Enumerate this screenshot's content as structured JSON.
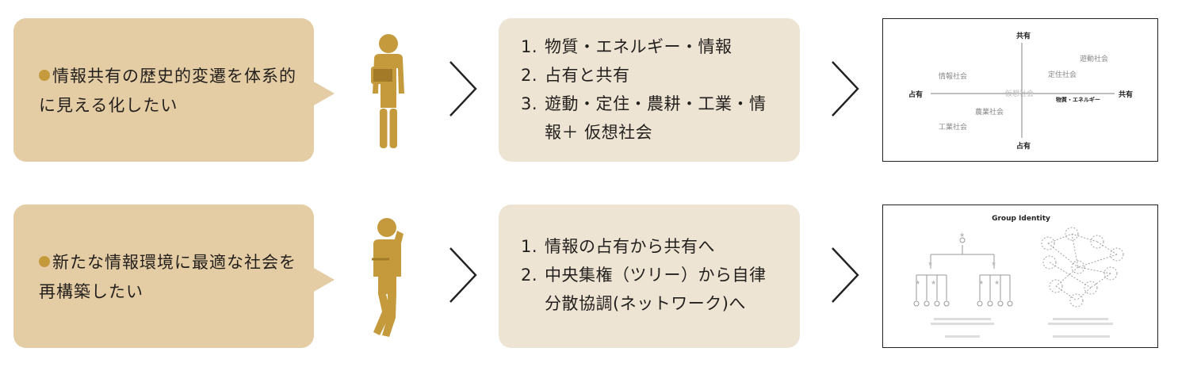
{
  "rows": [
    {
      "bubble_text": "情報共有の歴史的変遷を体系的に見える化したい",
      "steps": [
        {
          "num": "1.",
          "text": "物質・エネルギー・情報"
        },
        {
          "num": "2.",
          "text": "占有と共有"
        },
        {
          "num": "3.",
          "text": "遊動・定住・農耕・工業・情報＋ 仮想社会"
        }
      ]
    },
    {
      "bubble_text": "新たな情報環境に最適な社会を再構築したい",
      "steps": [
        {
          "num": "1.",
          "text": "情報の占有から共有へ"
        },
        {
          "num": "2.",
          "text": "中央集権（ツリー）から自律分散協調(ネットワーク)へ"
        }
      ]
    }
  ],
  "quadrant": {
    "top": "共有",
    "bottom": "占有",
    "left": "占有",
    "right": "共有",
    "center": "仮想社会",
    "axis_label": "物質・エネルギー",
    "societies": [
      "遊動社会",
      "定住社会",
      "情報社会",
      "農業社会",
      "工業社会"
    ]
  },
  "group_identity": {
    "title": "Group Identity"
  },
  "colors": {
    "bubble": "#e4cca4",
    "steps_box": "#ede4d4",
    "figure": "#c49a3c",
    "bullet": "#c49a3c"
  },
  "icons": [
    "person-reading-icon",
    "person-thinking-icon",
    "arrow-right-icon"
  ]
}
